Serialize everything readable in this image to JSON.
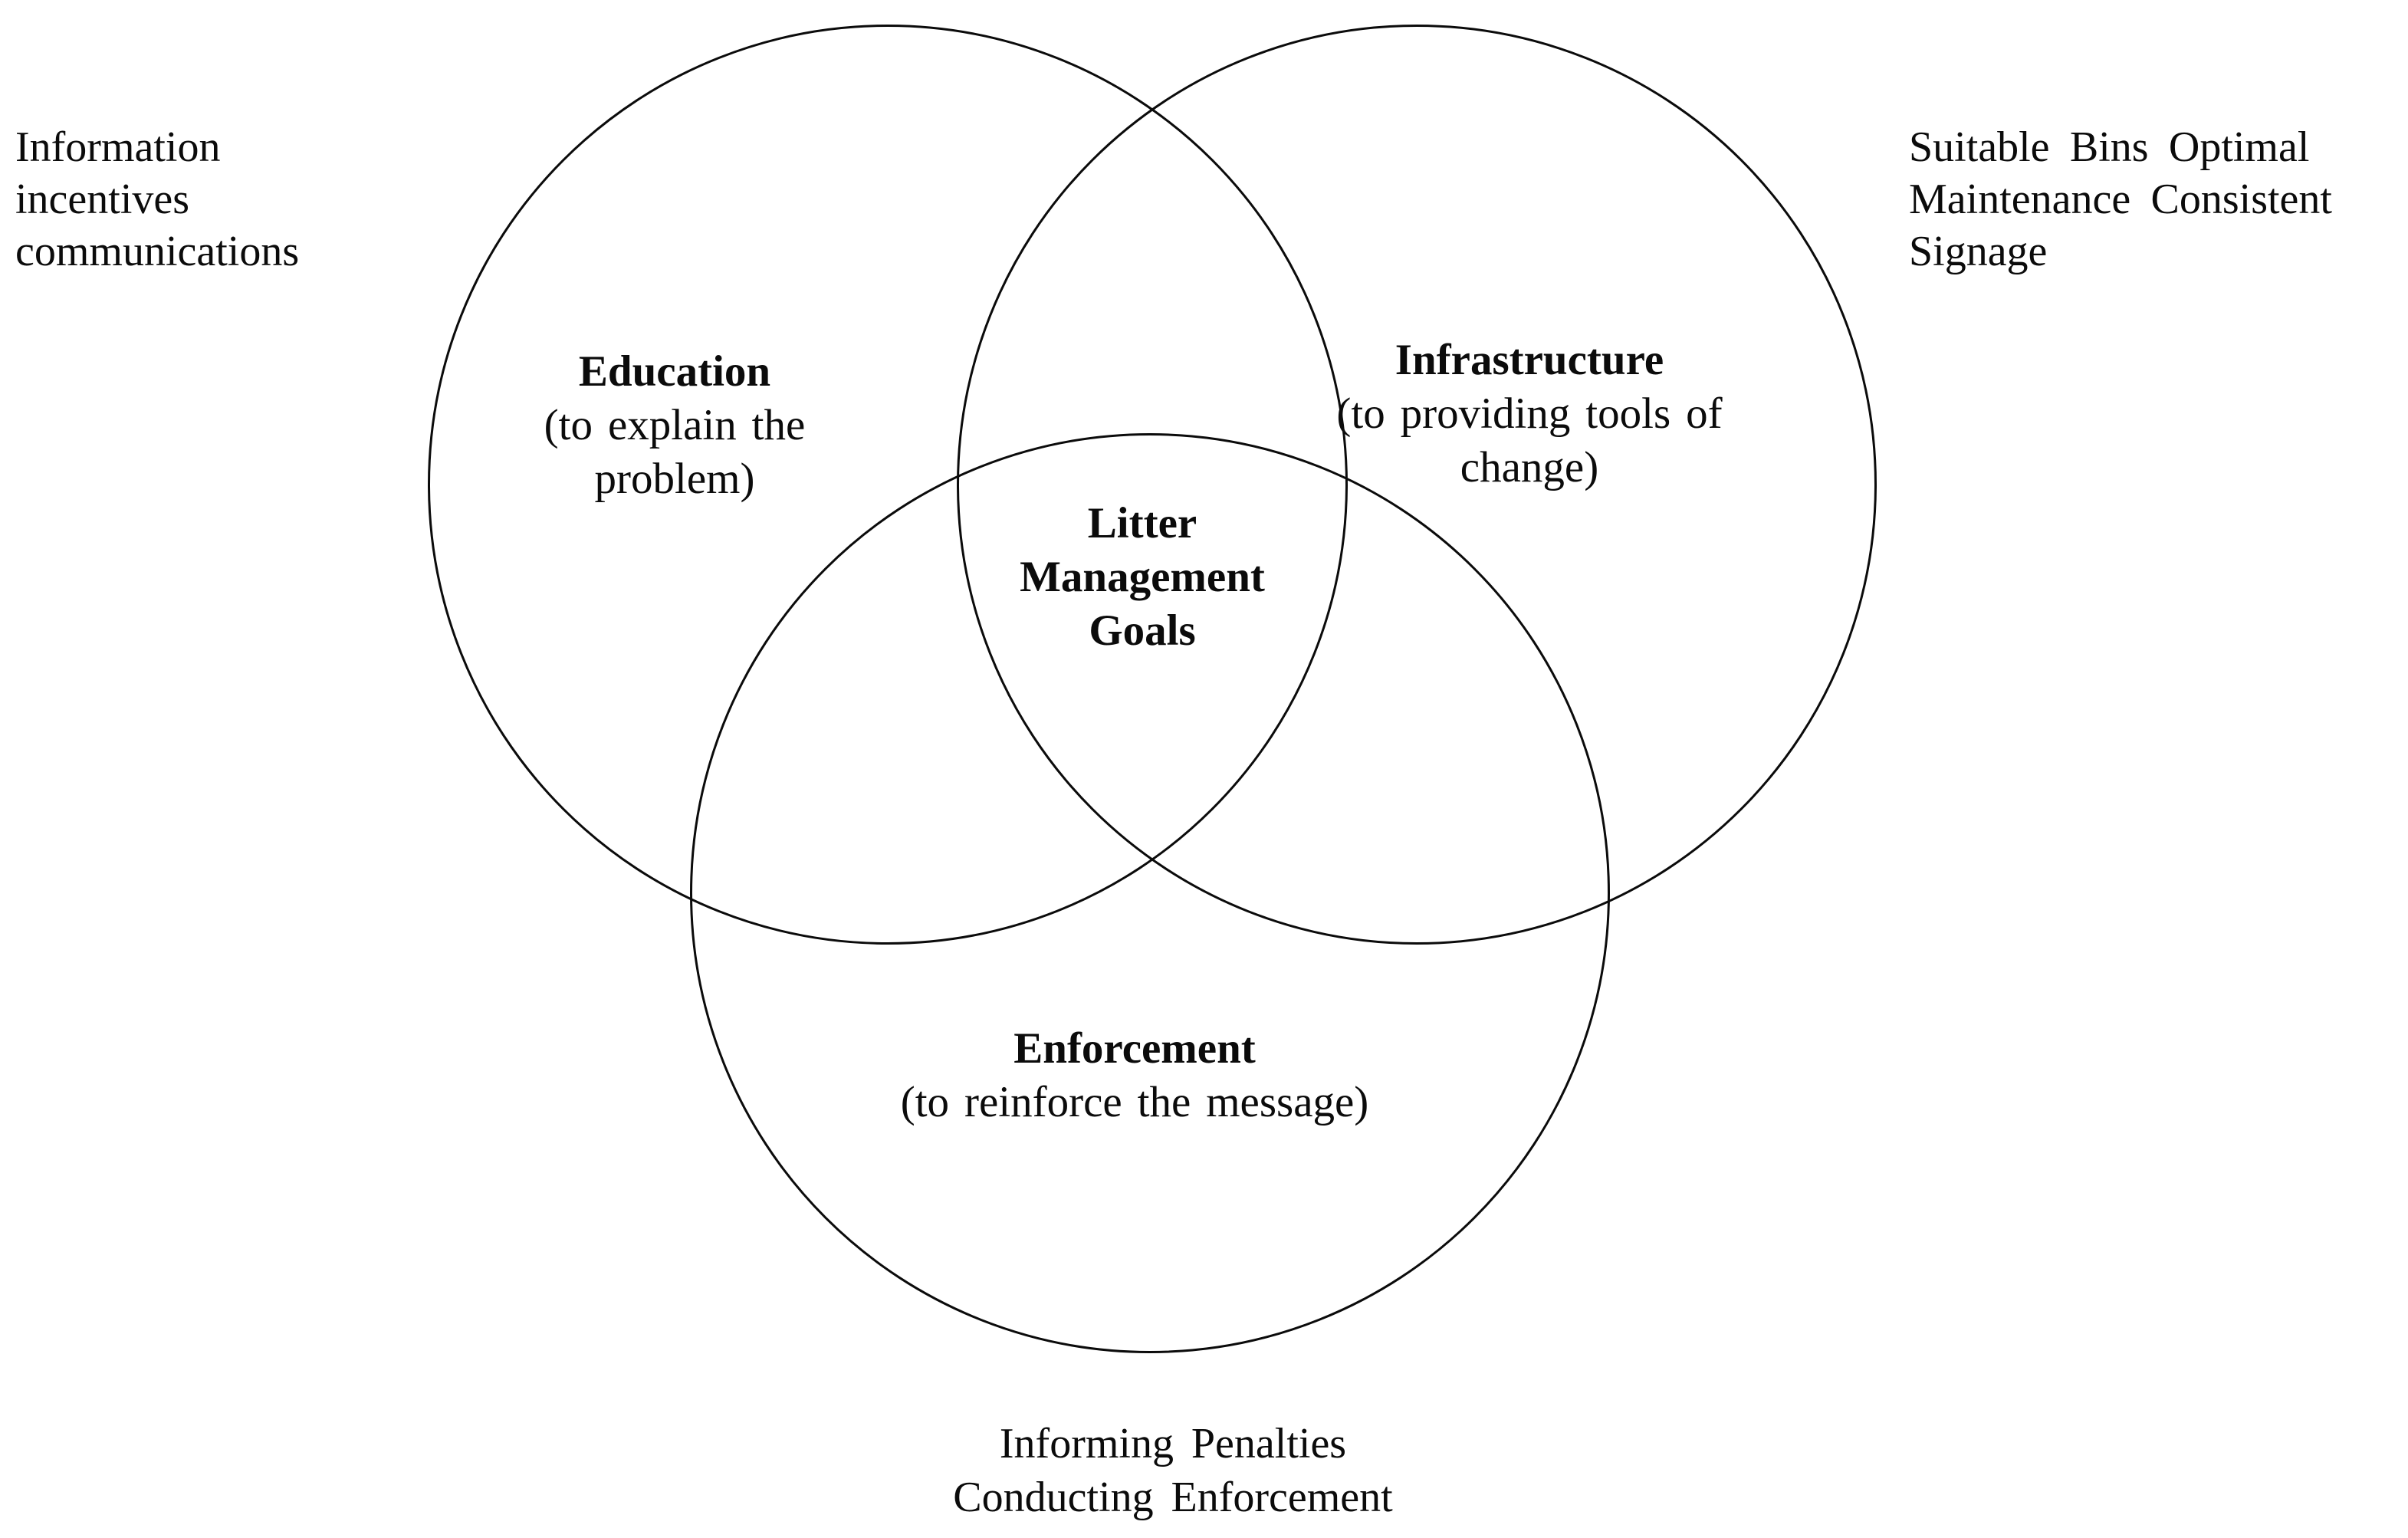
{
  "diagram": {
    "type": "venn",
    "background_color": "#ffffff",
    "stroke_color": "#0b0b0b",
    "center_label": {
      "lines": [
        "Litter",
        "Management",
        "Goals"
      ]
    },
    "circles": [
      {
        "id": "education",
        "title": "Education",
        "subtitle_lines": [
          "(to explain the",
          "problem)"
        ]
      },
      {
        "id": "infrastructure",
        "title": "Infrastructure",
        "subtitle_lines": [
          "(to providing tools of",
          "change)"
        ]
      },
      {
        "id": "enforcement",
        "title": "Enforcement",
        "subtitle_lines": [
          "(to reinforce the message)"
        ]
      }
    ],
    "annotations": {
      "left": {
        "lines": [
          "Information",
          "incentives",
          "communications"
        ]
      },
      "right": {
        "lines": [
          "Suitable Bins Optimal",
          "Maintenance Consistent",
          "Signage"
        ]
      },
      "bottom": {
        "lines": [
          "Informing Penalties",
          "Conducting Enforcement"
        ]
      }
    }
  }
}
